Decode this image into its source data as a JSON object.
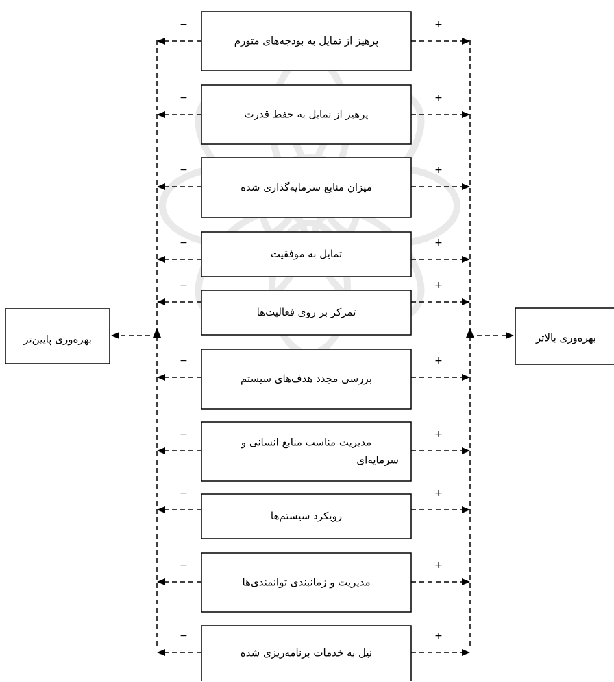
{
  "factors": [
    {
      "lines": [
        "پرهیز از تمایل به بودجه‌های متورم"
      ]
    },
    {
      "lines": [
        "پرهیز از تمایل به حفظ قدرت"
      ]
    },
    {
      "lines": [
        "میزان منابع سرمایه‌گذاری شده"
      ]
    },
    {
      "lines": [
        "تمایل به موفقیت"
      ]
    },
    {
      "lines": [
        "تمرکز بر روی فعالیت‌ها"
      ]
    },
    {
      "lines": [
        "بررسی مجدد هدف‌های سیستم"
      ]
    },
    {
      "lines": [
        "مدیریت مناسب منابع انسانی و",
        "سرمایه‌ای"
      ]
    },
    {
      "lines": [
        "رویکرد سیستم‌ها"
      ]
    },
    {
      "lines": [
        "مدیریت و زمانبندی توانمندی‌ها"
      ]
    },
    {
      "lines": [
        "نیل به خدمات برنامه‌ریزی شده"
      ]
    }
  ],
  "outcomes": {
    "lower": "بهره‌وری پایین‌تر",
    "higher": "بهره‌وری بالاتر"
  },
  "signs": {
    "negative": "−",
    "positive": "+"
  },
  "colors": {
    "stroke": "#000000",
    "background": "#ffffff",
    "watermark": "#d9d9d9"
  }
}
